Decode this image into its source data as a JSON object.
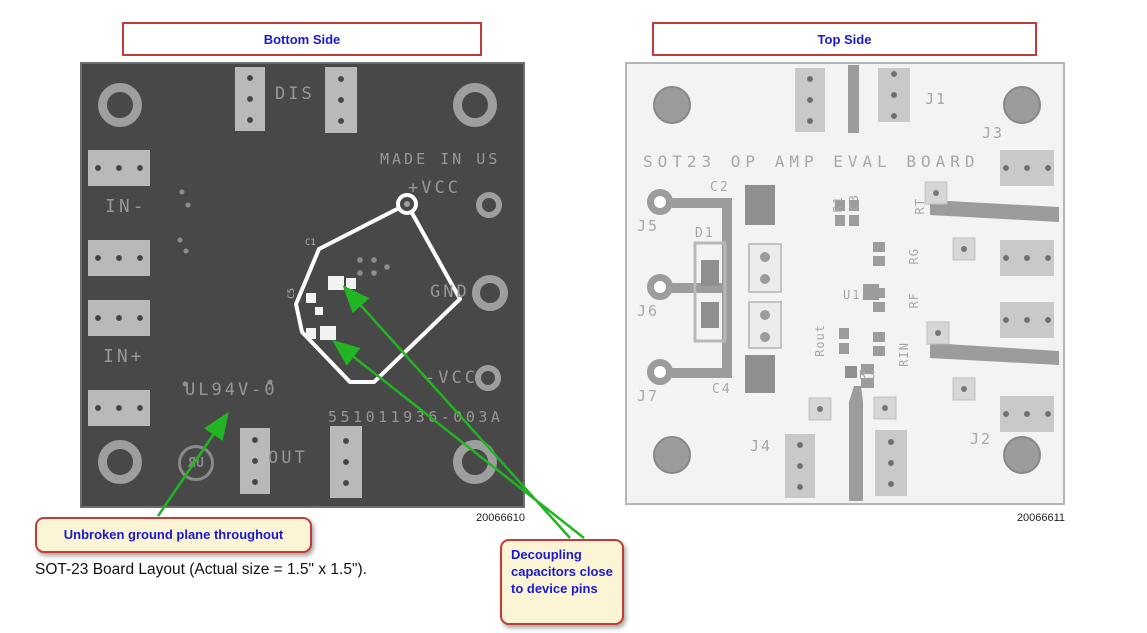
{
  "left_panel": {
    "title": "Bottom Side",
    "figure_number": "20066610",
    "silkscreen": {
      "dis": "DIS",
      "made_in_us": "MADE IN US",
      "in_neg": "IN-",
      "vcc_pos": "+VCC",
      "gnd": "GND",
      "in_pos": "IN+",
      "flammability": "UL94V-0",
      "board_number": "551011936-003A",
      "out": "OUT",
      "vcc_neg": "-VCC",
      "c1": "C1",
      "c5": "C5",
      "ul_logo": "UR"
    }
  },
  "right_panel": {
    "title": "Top Side",
    "figure_number": "20066611",
    "silkscreen": {
      "board_title": "SOT23 OP AMP EVAL BOARD",
      "j1": "J1",
      "j2": "J2",
      "j3": "J3",
      "j4": "J4",
      "j5": "J5",
      "j6": "J6",
      "j7": "J7",
      "c2": "C2",
      "c4": "C4",
      "d1": "D1",
      "r1": "R1",
      "c3": "C3",
      "rt": "RT",
      "rg": "RG",
      "rf": "RF",
      "u1": "U1",
      "rout": "Rout",
      "rin": "RIN",
      "r3": "R3"
    }
  },
  "annotations": {
    "ground_plane_note": "Unbroken ground plane throughout",
    "decoupling_note": "Decoupling capacitors close to device pins",
    "caption": "SOT-23 Board Layout (Actual size = 1.5\" x 1.5\")."
  },
  "colors": {
    "annotation_arrow": "#22b422",
    "callout_border": "#c23b3b",
    "callout_bg": "#fbf4d5",
    "annotation_text": "#1a1acc",
    "board_dark": "#484848",
    "board_light": "#f3f3f1"
  }
}
